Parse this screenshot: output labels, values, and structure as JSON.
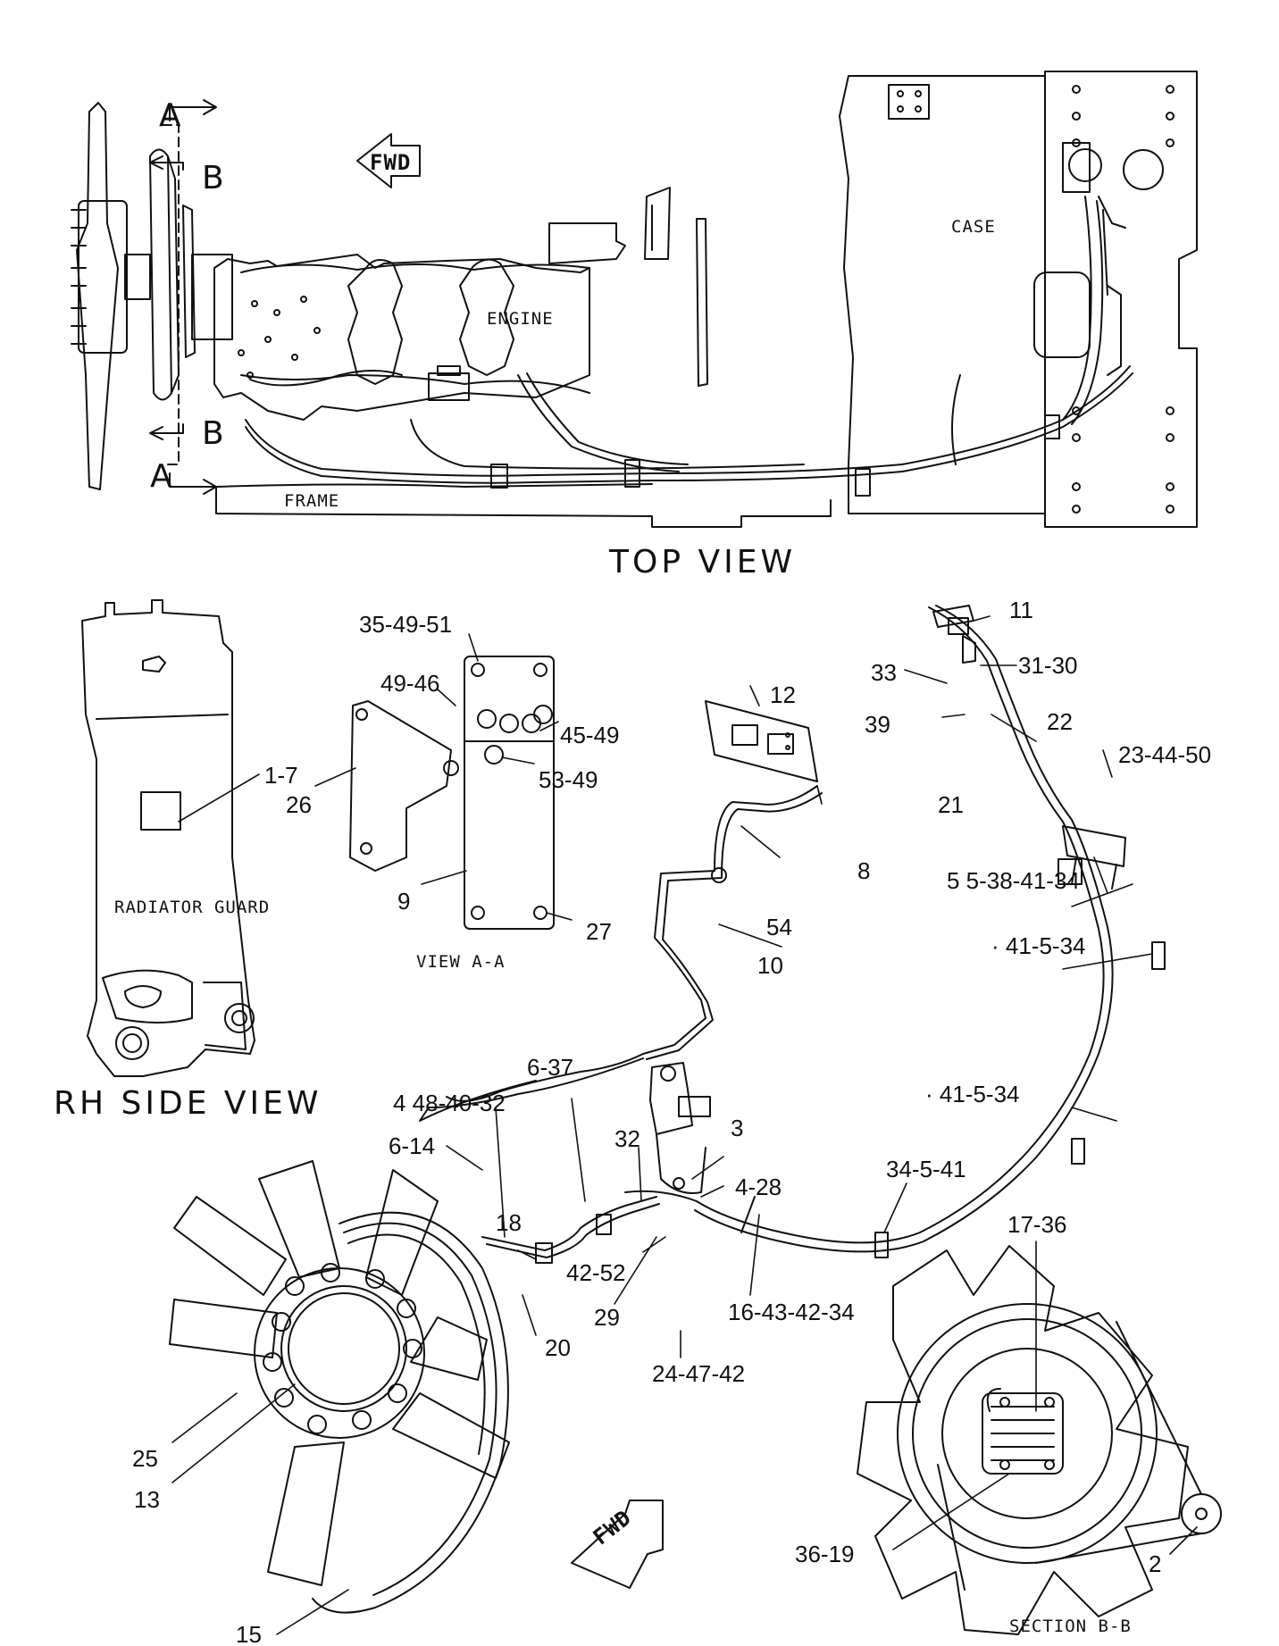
{
  "views": {
    "top_view": "TOP VIEW",
    "rh_side_view": "RH SIDE VIEW",
    "view_aa": "VIEW A-A",
    "section_bb": "SECTION B-B"
  },
  "section_markers": {
    "a": "A",
    "b": "B"
  },
  "arrows": {
    "fwd": "FWD"
  },
  "component_labels": {
    "engine": "ENGINE",
    "case": "CASE",
    "frame": "FRAME",
    "radiator_guard": "RADIATOR GUARD"
  },
  "callouts": {
    "c_35_49_51": "35-49-51",
    "c_49_46": "49-46",
    "c_45_49": "45-49",
    "c_53_49": "53-49",
    "c_26": "26",
    "c_9": "9",
    "c_27": "27",
    "c_1_7": "1-7",
    "c_12": "12",
    "c_8": "8",
    "c_54": "54",
    "c_10": "10",
    "c_11": "11",
    "c_33": "33",
    "c_31_30": "31-30",
    "c_39": "39",
    "c_22": "22",
    "c_21": "21",
    "c_23_44_50": "23-44-50",
    "c_5_38_41_34": "5 5-38-41-34",
    "c_41_5_34_a": "· 41-5-34",
    "c_41_5_34_b": "· 41-5-34",
    "c_34_5_41": "34-5-41",
    "c_6_37": "6-37",
    "c_48_40_32": "4 48-40-32",
    "c_6_14": "6-14",
    "c_32": "32",
    "c_3": "3",
    "c_4_28": "4-28",
    "c_18": "18",
    "c_42_52": "42-52",
    "c_29": "29",
    "c_16_43_42_34": "16-43-42-34",
    "c_24_47_42": "24-47-42",
    "c_20": "20",
    "c_17_36": "17-36",
    "c_36_19": "36-19",
    "c_2": "2",
    "c_25": "25",
    "c_13": "13",
    "c_15": "15"
  },
  "colors": {
    "ink": "#111111",
    "background": "#ffffff"
  }
}
